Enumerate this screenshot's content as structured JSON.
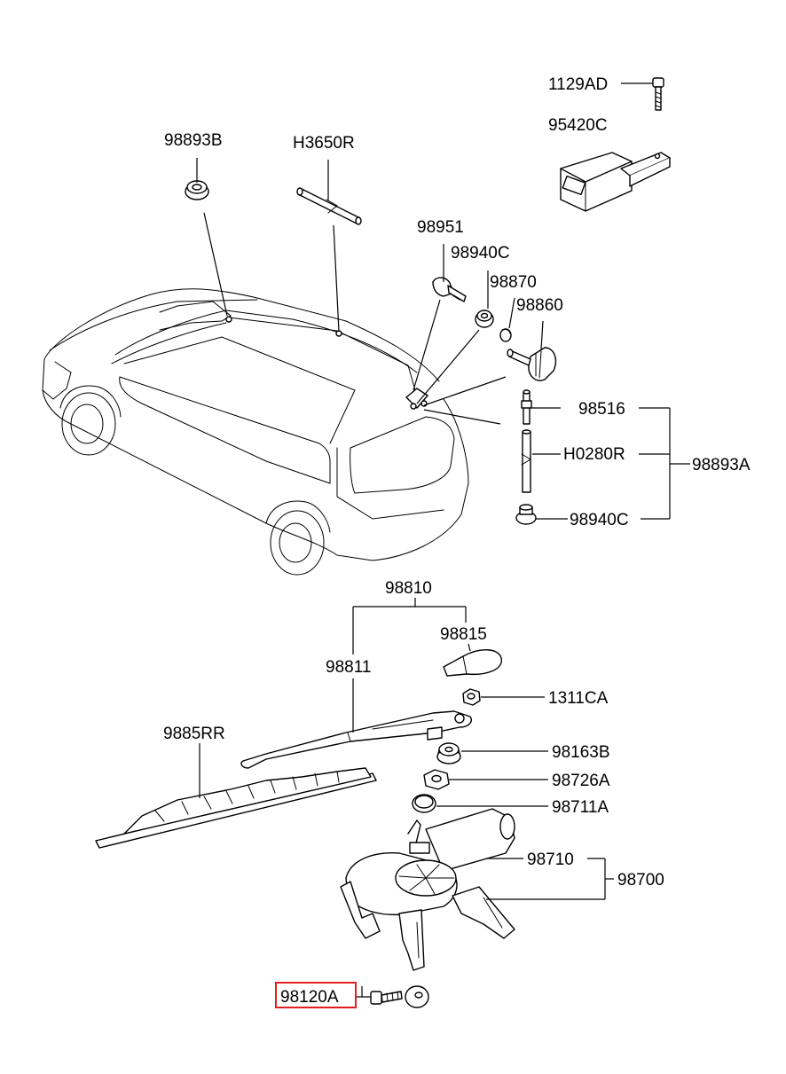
{
  "highlight_color": "#e02020",
  "labels": {
    "p1129AD": "1129AD",
    "p95420C": "95420C",
    "p98893B": "98893B",
    "pH3650R": "H3650R",
    "p98951": "98951",
    "p98940C_top": "98940C",
    "p98870": "98870",
    "p98860": "98860",
    "p98516": "98516",
    "pH0280R": "H0280R",
    "p98893A": "98893A",
    "p98940C_bot": "98940C",
    "p98810": "98810",
    "p98815": "98815",
    "p98811": "98811",
    "p1311CA": "1311CA",
    "p9885RR": "9885RR",
    "p98163B": "98163B",
    "p98726A": "98726A",
    "p98711A": "98711A",
    "p98710": "98710",
    "p98700": "98700",
    "p98120A": "98120A"
  }
}
